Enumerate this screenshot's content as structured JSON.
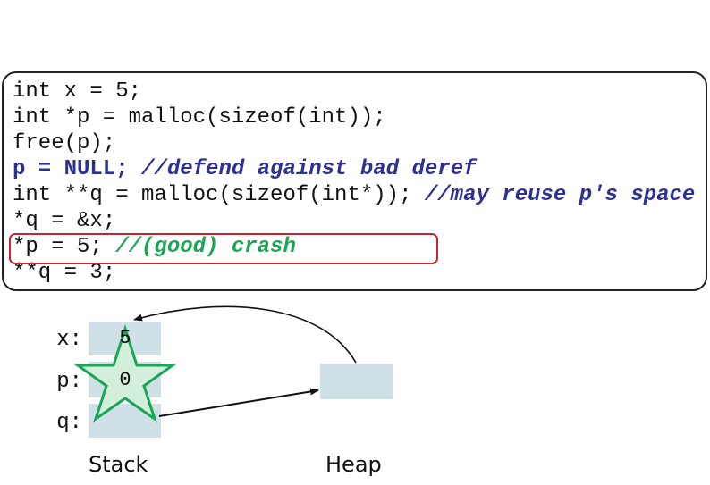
{
  "code": {
    "lines": [
      {
        "code": "int x = 5;",
        "comment": ""
      },
      {
        "code": "int *p = malloc(sizeof(int));",
        "comment": ""
      },
      {
        "code": "free(p);",
        "comment": ""
      },
      {
        "code": "p = NULL; ",
        "comment": "//defend against bad deref"
      },
      {
        "code": "int **q = malloc(sizeof(int*)); ",
        "comment": "//may reuse p's space"
      },
      {
        "code": "*q = &x;",
        "comment": ""
      },
      {
        "code": "*p = 5; ",
        "comment": "//(good) crash"
      },
      {
        "code": "**q = 3;",
        "comment": ""
      }
    ],
    "highlighted_line_index": 6,
    "highlight_color": "#c1272d",
    "comment_color_blue": "#2e3192",
    "comment_color_green": "#1aa657"
  },
  "memory": {
    "stack": {
      "label": "Stack",
      "variables": [
        {
          "name": "x:",
          "value": "5"
        },
        {
          "name": "p:",
          "value": "0"
        },
        {
          "name": "q:",
          "value": ""
        }
      ]
    },
    "heap": {
      "label": "Heap",
      "cells": [
        {
          "value": ""
        }
      ]
    },
    "cell_color": "#cfe0e6",
    "crash_marker": {
      "shape": "star-icon",
      "fill": "#d4eedc",
      "stroke": "#1aa657"
    }
  }
}
